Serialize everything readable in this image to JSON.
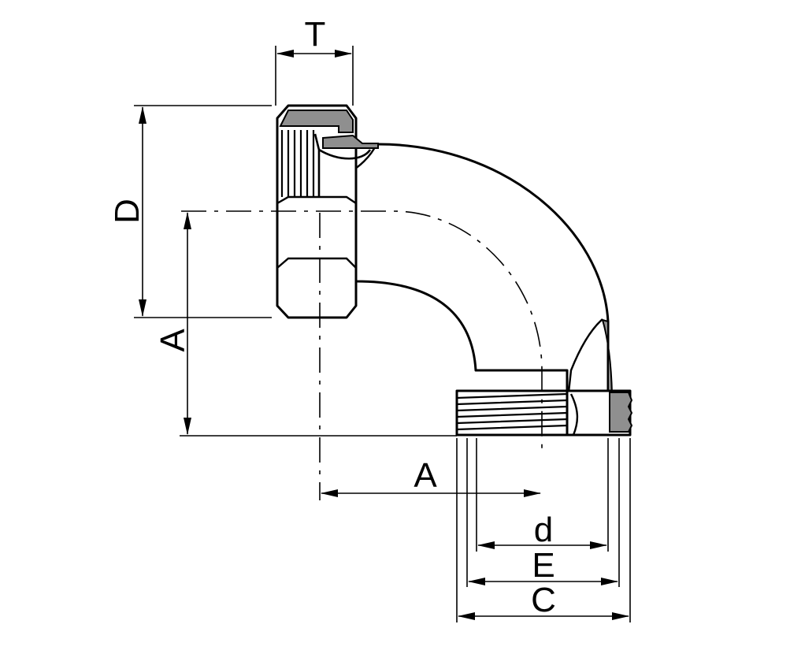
{
  "labels": {
    "T": "T",
    "D": "D",
    "A_vertical": "A",
    "A_horizontal": "A",
    "d": "d",
    "E": "E",
    "C": "C"
  },
  "colors": {
    "line": "#000000",
    "section_fill": "#8f8f8f",
    "background": "#ffffff"
  }
}
